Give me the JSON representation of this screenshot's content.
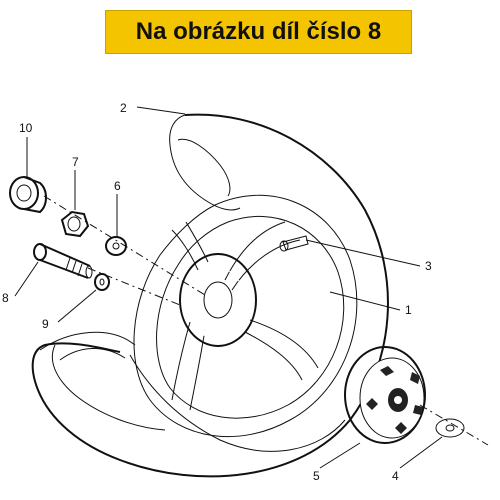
{
  "banner": {
    "text": "Na obrázku díl číslo 8"
  },
  "callouts": [
    "2",
    "10",
    "7",
    "6",
    "3",
    "1",
    "8",
    "9",
    "5",
    "4"
  ]
}
